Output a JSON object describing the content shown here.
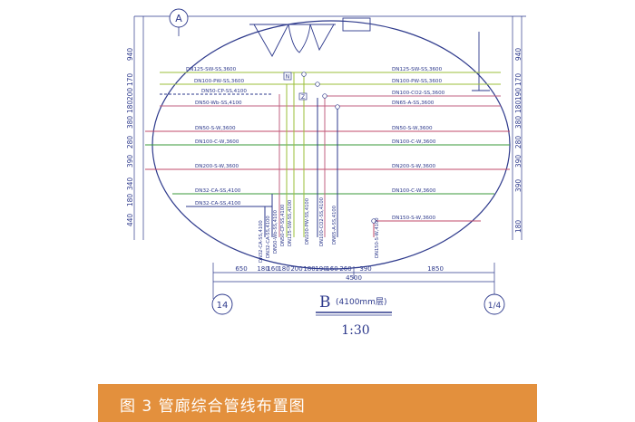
{
  "caption": "图 3 管廊综合管线布置图",
  "axis_labels": {
    "top": "A",
    "bottom_left": "14",
    "bottom_right": "1/4"
  },
  "section": {
    "title": "B",
    "subtitle": "(4100mm层)",
    "scale": "1:30"
  },
  "valve_marks": {
    "n": "N",
    "z": "Z"
  },
  "left_pipes": [
    "DN125-SW-SS,3600",
    "DN100-PW-SS,3600",
    "DN50-CP-SS,4100",
    "DN50-Wb-SS,4100",
    "DN50-S-W,3600",
    "DN100-C-W,3600",
    "DN200-S-W,3600",
    "DN32-CA-SS,4100",
    "DN32-CA-SS,4100"
  ],
  "right_pipes": [
    "DN125-SW-SS,3600",
    "DN100-PW-SS,3600",
    "DN100-CO2-SS,3600",
    "DN65-A-SS,3600",
    "DN50-S-W,3600",
    "DN100-C-W,3600",
    "DN200-S-W,3600",
    "DN100-C-W,3600",
    "DN150-S-W,3600"
  ],
  "vertical_pipes": [
    "DN32-CA-SS,4100",
    "DN32-CA-SS,4100",
    "DN50-Wb-SS,4100",
    "DN50-CP-SS,4100",
    "DN125-SW-SS,4100",
    "DN100-PW-SS,4100",
    "DN100-CO2-SS,4100",
    "DN65-A-SS,4100",
    "DN150-S-W,4100"
  ],
  "left_dims": [
    "940",
    "170",
    "200",
    "180",
    "380",
    "280",
    "390",
    "340",
    "180",
    "440"
  ],
  "right_dims": [
    "940",
    "170",
    "190",
    "180",
    "380",
    "280",
    "390",
    "390",
    "180"
  ],
  "bottom_dims": [
    "650",
    "180",
    "160",
    "180",
    "200",
    "180",
    "190",
    "160",
    "260",
    "390",
    "1850"
  ],
  "total_dim": "4500"
}
